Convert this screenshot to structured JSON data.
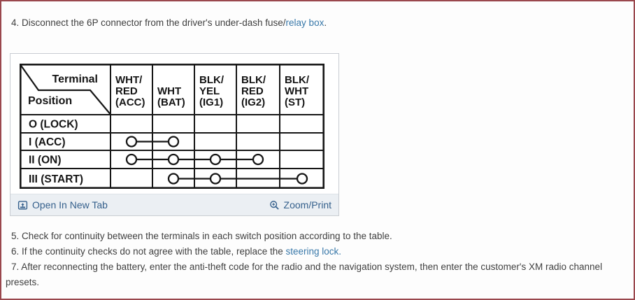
{
  "page": {
    "border_color": "#9a474d",
    "body_text_color": "#3f3f3f",
    "paragraph_link_color": "#3878a9",
    "footer_link_color": "#35608c",
    "footer_bg_color": "#ebeff3"
  },
  "instructions": {
    "step4_prefix": "4. Disconnect the 6P connector from the driver's under-dash fuse/",
    "step4_link": "relay box",
    "step4_suffix": ".",
    "step5": "5. Check for continuity between the terminals in each switch position according to the table.",
    "step6_prefix": "6. If the continuity checks do not agree with the table, replace the ",
    "step6_link": "steering lock.",
    "step7": "7. After reconnecting the battery, enter the anti-theft code for the radio and the navigation system, then enter the customer's XM radio channel presets."
  },
  "image_panel": {
    "open_in_new_tab_label": "Open In New Tab",
    "open_icon": "open-in-new-tab-icon",
    "zoom_print_label": "Zoom/Print",
    "zoom_icon": "zoom-magnifier-plus-icon"
  },
  "chart_data": {
    "type": "table",
    "title": "Ignition switch terminal continuity table",
    "corner": {
      "top_label": "Terminal",
      "bottom_label": "Position"
    },
    "columns": [
      {
        "terminal": "ACC",
        "wire": "WHT/RED",
        "lines": [
          "WHT/",
          "RED",
          "(ACC)"
        ]
      },
      {
        "terminal": "BAT",
        "wire": "WHT",
        "lines": [
          "WHT",
          "(BAT)"
        ]
      },
      {
        "terminal": "IG1",
        "wire": "BLK/YEL",
        "lines": [
          "BLK/",
          "YEL",
          "(IG1)"
        ]
      },
      {
        "terminal": "IG2",
        "wire": "BLK/RED",
        "lines": [
          "BLK/",
          "RED",
          "(IG2)"
        ]
      },
      {
        "terminal": "ST",
        "wire": "BLK/WHT",
        "lines": [
          "BLK/",
          "WHT",
          "(ST)"
        ]
      }
    ],
    "rows": [
      {
        "label": "O (LOCK)",
        "connected": []
      },
      {
        "label": "I (ACC)",
        "connected": [
          "ACC",
          "BAT"
        ]
      },
      {
        "label": "II (ON)",
        "connected": [
          "ACC",
          "BAT",
          "IG1",
          "IG2"
        ]
      },
      {
        "label": "III (START)",
        "connected": [
          "BAT",
          "IG1",
          "ST"
        ]
      }
    ]
  }
}
